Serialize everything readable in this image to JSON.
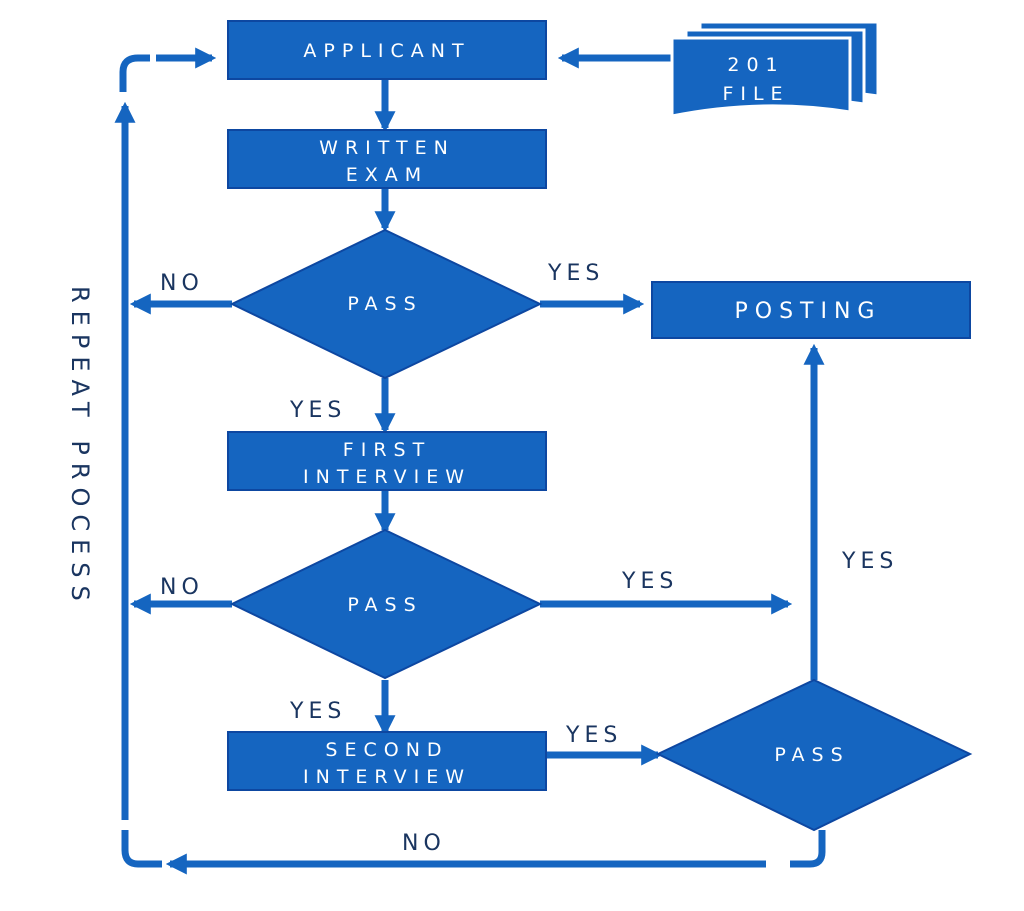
{
  "colors": {
    "node": "#1565C0",
    "node_edge": "#0d47a1",
    "arrow": "#1565C0",
    "label": "#1a3560",
    "background": "#ffffff"
  },
  "nodes": {
    "applicant": "APPLICANT",
    "file_201_line1": "201",
    "file_201_line2": "FILE",
    "written_exam_line1": "WRITTEN",
    "written_exam_line2": "EXAM",
    "pass_1": "PASS",
    "posting": "POSTING",
    "first_interview_line1": "FIRST",
    "first_interview_line2": "INTERVIEW",
    "pass_2": "PASS",
    "second_interview_line1": "SECOND",
    "second_interview_line2": "INTERVIEW",
    "pass_3": "PASS"
  },
  "edge_labels": {
    "pass1_no": "NO",
    "pass1_yes_right": "YES",
    "pass1_yes_down": "YES",
    "pass2_no": "NO",
    "pass2_yes_right": "YES",
    "pass2_yes_down": "YES",
    "second_interview_yes": "YES",
    "pass3_yes_up": "YES",
    "pass3_no": "NO"
  },
  "side_label": "REPEAT PROCESS"
}
